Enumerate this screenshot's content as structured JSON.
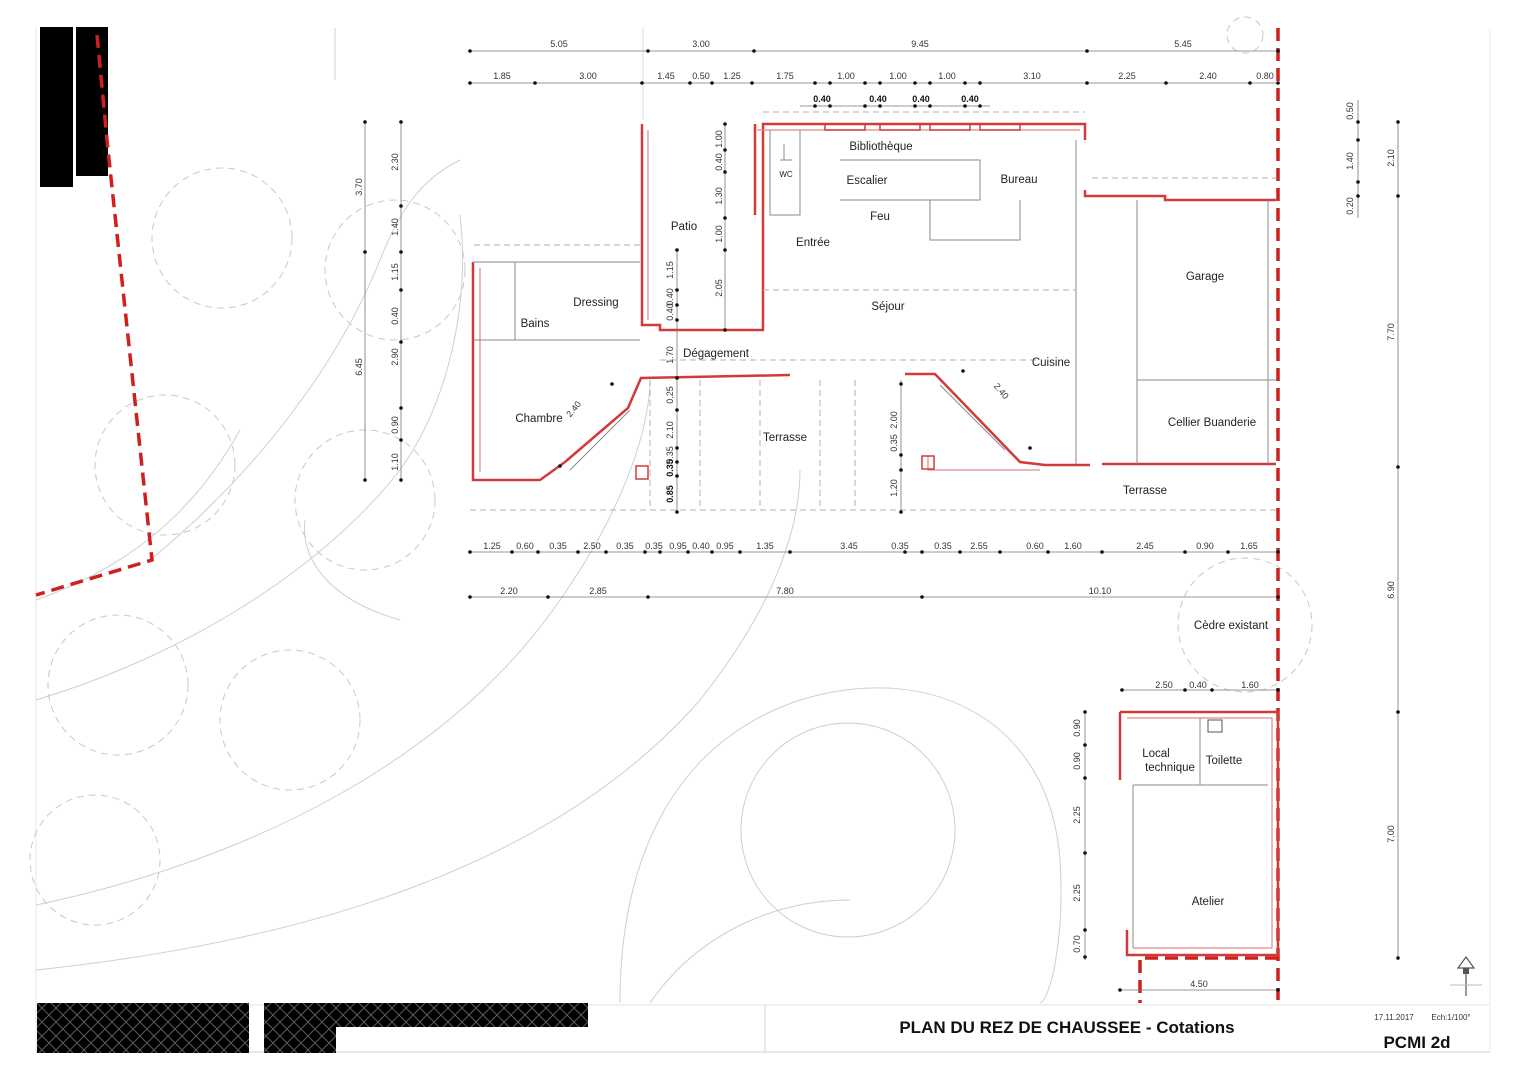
{
  "title": "PLAN DU REZ DE CHAUSSEE - Cotations",
  "drawing_code": "PCMI 2d",
  "date": "17.11.2017",
  "scale": "Ech:1/100°",
  "rooms": {
    "bibliotheque": "Bibliothèque",
    "wc": "WC",
    "escalier": "Escalier",
    "bureau": "Bureau",
    "feu": "Feu",
    "patio": "Patio",
    "entree": "Entrée",
    "garage": "Garage",
    "dressing": "Dressing",
    "bains": "Bains",
    "sejour": "Séjour",
    "degagement": "Dégagement",
    "cuisine": "Cuisine",
    "chambre": "Chambre",
    "terrasse": "Terrasse",
    "cellier": "Cellier Buanderie",
    "terrasse2": "Terrasse",
    "cedre": "Cèdre existant",
    "local_1": "Local",
    "local_2": "technique",
    "toilette": "Toilette",
    "atelier": "Atelier"
  },
  "dims": {
    "top1": [
      "5.05",
      "3.00",
      "9.45",
      "5.45"
    ],
    "top2": [
      "1.85",
      "3.00",
      "1.45",
      "0.50",
      "1.25",
      "1.75",
      "1.00",
      "1.00",
      "1.00",
      "3.10",
      "2.25",
      "2.40",
      "0.80"
    ],
    "top3": [
      "0.40",
      "0.40",
      "0.40",
      "0.40"
    ],
    "bot1": [
      "1.25",
      "0.60",
      "0.35",
      "2.50",
      "0.35",
      "0.35",
      "0.95",
      "0.40",
      "0.95",
      "1.35",
      "3.45",
      "0.35",
      "0.35",
      "2.55",
      "0.60",
      "1.60",
      "2.45",
      "0.90",
      "1.65"
    ],
    "bot2": [
      "2.20",
      "2.85",
      "7.80",
      "10.10"
    ],
    "left_outer": [
      "3.70",
      "6.45"
    ],
    "left_inner": [
      "2.30",
      "1.40",
      "1.15",
      "0.40",
      "2.90",
      "0.90",
      "1.10"
    ],
    "patio_vert": [
      "1.00",
      "0.40",
      "1.30",
      "1.00",
      "2.05"
    ],
    "mid_vert": [
      "1.15",
      "0.40",
      "0.40",
      "1.70",
      "0.25",
      "2.10",
      "0.35",
      "0.35",
      "0.85"
    ],
    "terr_vert": [
      "2.00",
      "0.35",
      "1.20"
    ],
    "right_small": [
      "0.50",
      "1.40",
      "0.20"
    ],
    "right_big": [
      "2.10",
      "7.70",
      "6.90",
      "7.00"
    ],
    "diag_left": "2.40",
    "diag_right": "2.40",
    "annex_top": [
      "2.50",
      "0.40",
      "1.60"
    ],
    "annex_left": [
      "0.90",
      "0.90",
      "2.25",
      "2.25",
      "0.70"
    ],
    "annex_bottom": "4.50"
  }
}
